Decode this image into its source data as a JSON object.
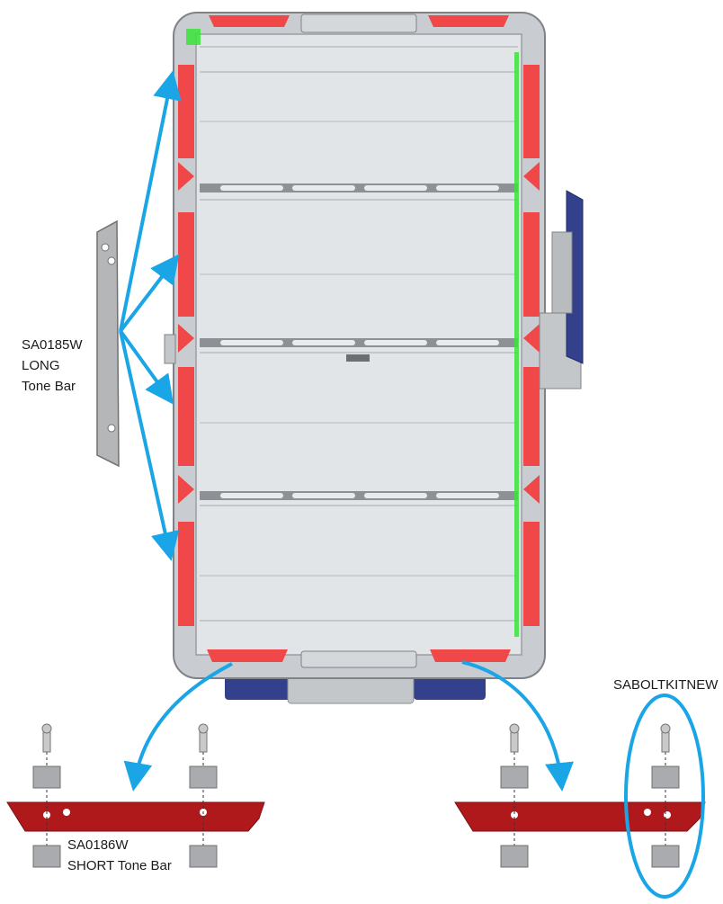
{
  "labels": {
    "long_bar": [
      "SA0185W",
      "LONG",
      "Tone Bar"
    ],
    "short_bar": [
      "SA0186W",
      "SHORT Tone Bar"
    ],
    "bolt_kit": "SABOLTKITNEW"
  },
  "colors": {
    "tone_bar_red": "#f04848",
    "short_bar_dark_red": "#b0191c",
    "arrow_blue": "#1aa6e6",
    "frame_grey": "#c9cdd1",
    "panel_grey": "#e2e5e8",
    "highlight_green": "#39e339",
    "steel_grey": "#a9abae"
  }
}
